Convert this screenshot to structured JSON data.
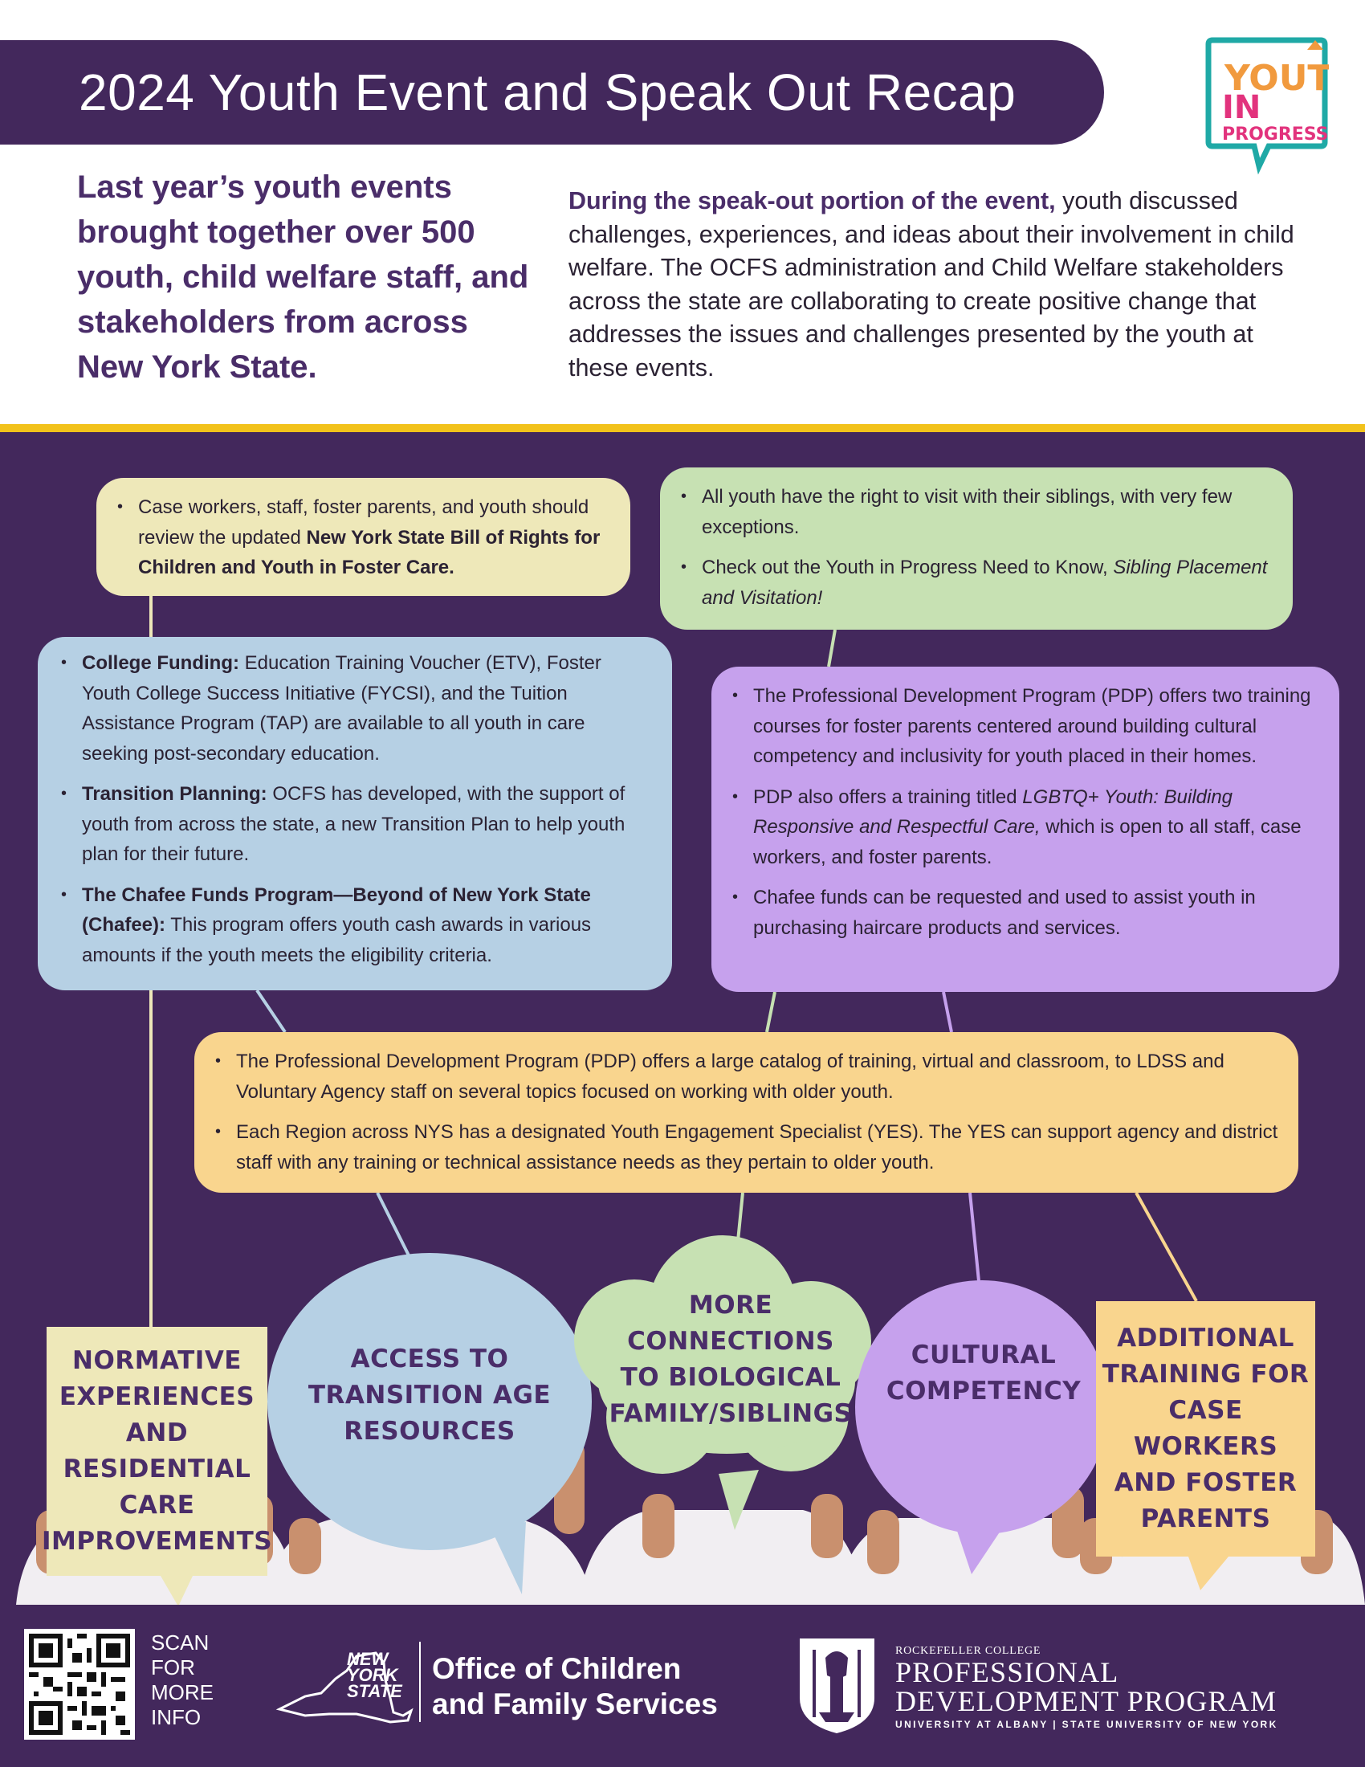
{
  "header": {
    "title": "2024 Youth Event and Speak Out Recap",
    "logo_text": [
      "YOUTH",
      "IN",
      "PROGRESS"
    ]
  },
  "intro": {
    "left": "Last year’s youth events brought together over 500 youth, child welfare staff, and stakeholders from across New York State.",
    "right_lead": "During the speak-out portion of the event,",
    "right_body": " youth discussed challenges, experiences, and ideas about their involvement in child welfare. The OCFS administration and Child Welfare stakeholders across the state are collaborating to create positive change that addresses the issues and challenges presented by the youth at these events."
  },
  "bubbles": {
    "yellow": {
      "item1_pre": "Case workers, staff, foster parents, and youth should review the updated ",
      "item1_bold": "New York State Bill of Rights for Children and Youth in Foster Care."
    },
    "green": {
      "item1": "All youth have the right to visit with their siblings, with very few exceptions.",
      "item2_pre": "Check out the Youth in Progress Need to Know, ",
      "item2_italic": "Sibling Placement and Visitation!"
    },
    "blue": {
      "item1_bold": "College Funding:",
      "item1_text": " Education Training Voucher (ETV), Foster Youth College Success Initiative (FYCSI), and the Tuition Assistance Program (TAP) are available to all youth in care seeking post-secondary education.",
      "item2_bold": "Transition Planning:",
      "item2_text": " OCFS has developed, with the support of youth from across the state, a new Transition Plan to help youth plan for their future.",
      "item3_bold": "The Chafee Funds Program—Beyond of New York State (Chafee):",
      "item3_text": "  This program offers youth cash awards in various amounts if the youth meets the eligibility criteria."
    },
    "purple": {
      "item1": "The Professional Development Program (PDP) offers two training courses for foster parents centered around building cultural competency and inclusivity for youth placed in their homes.",
      "item2_pre": "PDP also offers a training titled ",
      "item2_italic": "LGBTQ+ Youth: Building Responsive and Respectful Care,",
      "item2_post": " which is open to all staff, case workers, and foster parents.",
      "item3": "Chafee funds can be requested and used to assist youth in purchasing haircare products and services."
    },
    "orange": {
      "item1": "The Professional Development Program (PDP) offers a large catalog of training, virtual and classroom, to LDSS and Voluntary Agency staff on several topics focused on working with older youth.",
      "item2": "Each Region across NYS has a designated Youth Engagement Specialist (YES).  The YES can support agency and district staff with any training or technical assistance needs as they pertain to older youth."
    }
  },
  "signs": {
    "s1": "NORMATIVE\nEXPERIENCES\nAND RESIDENTIAL\nCARE\nIMPROVEMENTS",
    "s2": "ACCESS TO\nTRANSITION AGE\nRESOURCES",
    "s3": "MORE\nCONNECTIONS\nTO BIOLOGICAL\nFAMILY/SIBLINGS",
    "s4": "CULTURAL\nCOMPETENCY",
    "s5": "ADDITIONAL\nTRAINING FOR\nCASE WORKERS\nAND FOSTER\nPARENTS"
  },
  "colors": {
    "purple_dark": "#43285c",
    "accent_yellow": "#f2c21b",
    "bubble_yellow": "#eee8b9",
    "bubble_green": "#c7e1b3",
    "bubble_blue": "#b6d0e4",
    "bubble_purple": "#c6a1ed",
    "bubble_orange": "#f9d58e"
  },
  "footer": {
    "scan": "SCAN\nFOR\nMORE\nINFO",
    "nys": "NEW\nYORK\nSTATE",
    "ocfs": "Office of Children\nand Family Services",
    "rc_small": "ROCKEFELLER COLLEGE",
    "rc_big": "PROFESSIONAL\nDEVELOPMENT PROGRAM",
    "rc_uni": "UNIVERSITY AT ALBANY | STATE UNIVERSITY OF NEW YORK"
  }
}
